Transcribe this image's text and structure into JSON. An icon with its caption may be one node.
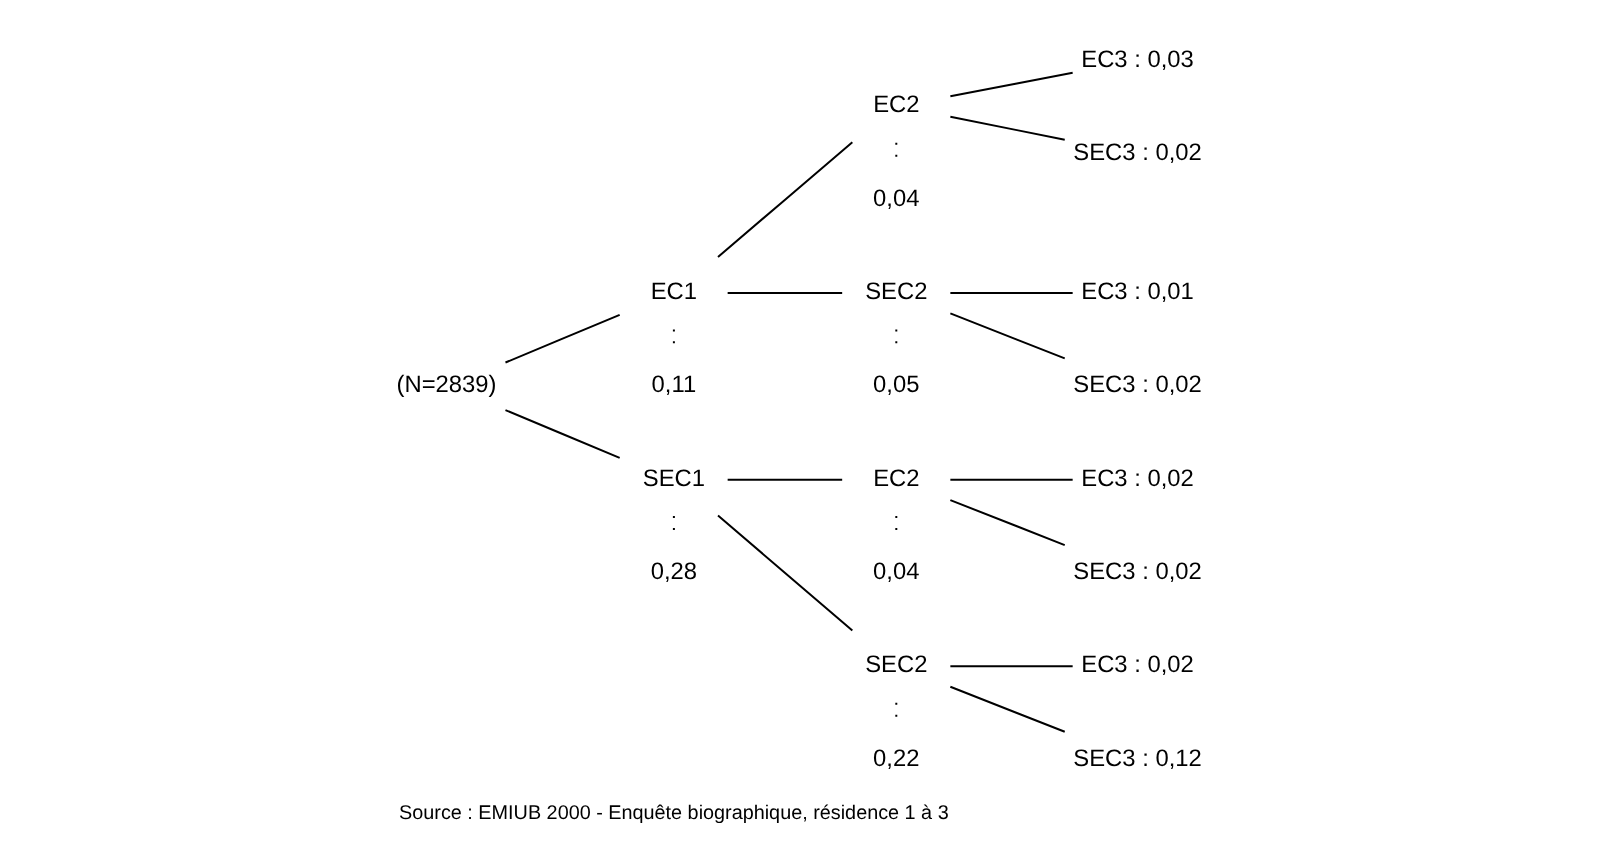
{
  "diagram": {
    "caption": "Source : EMIUB 2000 - Enquête biographique, résidence 1 à 3",
    "nodes": [
      {
        "text": [
          "(N=2839)"
        ]
      },
      {
        "text": [
          "EC1"
        ]
      },
      {
        "text": [
          "SEC1"
        ]
      },
      {
        "text": [
          "EC2"
        ]
      },
      {
        "text": [
          "SEC2"
        ]
      },
      {
        "text": [
          "EC2"
        ]
      },
      {
        "text": [
          "SEC2"
        ]
      },
      {
        "text": [
          "EC3 : 0,03"
        ]
      },
      {
        "text": [
          "SEC3 : 0,02"
        ]
      },
      {
        "text": [
          "EC3 : 0,01"
        ]
      },
      {
        "text": [
          "SEC3 : 0,02"
        ]
      },
      {
        "text": [
          "EC3 : 0,02"
        ]
      },
      {
        "text": [
          "SEC3 : 0,02"
        ]
      },
      {
        "text": [
          "EC3 : 0,02"
        ]
      },
      {
        "text": [
          "SEC3 : 0,12"
        ]
      },
      {
        "text": [
          "0,11"
        ]
      },
      {
        "text": [
          "0,28"
        ]
      },
      {
        "text": [
          "0,04"
        ]
      },
      {
        "text": [
          "0,05"
        ]
      },
      {
        "text": [
          "0,04"
        ]
      },
      {
        "text": [
          "0,22"
        ]
      }
    ],
    "edges": [
      {
        "from": 0,
        "to": 1,
        "arrow": "none"
      },
      {
        "from": 0,
        "to": 2,
        "arrow": "none"
      },
      {
        "from": 1,
        "to": 3,
        "arrow": "none"
      },
      {
        "from": 1,
        "to": 4,
        "arrow": "none"
      },
      {
        "from": 2,
        "to": 5,
        "arrow": "none"
      },
      {
        "from": 2,
        "to": 6,
        "arrow": "none"
      },
      {
        "from": 3,
        "to": 7,
        "arrow": "none"
      },
      {
        "from": 3,
        "to": 8,
        "arrow": "none"
      },
      {
        "from": 4,
        "to": 9,
        "arrow": "none"
      },
      {
        "from": 4,
        "to": 10,
        "arrow": "none"
      },
      {
        "from": 5,
        "to": 11,
        "arrow": "none"
      },
      {
        "from": 5,
        "to": 12,
        "arrow": "none"
      },
      {
        "from": 6,
        "to": 13,
        "arrow": "none"
      },
      {
        "from": 6,
        "to": 14,
        "arrow": "none"
      },
      {
        "from": 15,
        "to": 1,
        "arrow": "none",
        "style": "dashed"
      },
      {
        "from": 16,
        "to": 2,
        "arrow": "none",
        "style": "dashed"
      },
      {
        "from": 17,
        "to": 3,
        "arrow": "none",
        "style": "dashed"
      },
      {
        "from": 18,
        "to": 4,
        "arrow": "none",
        "style": "dashed"
      },
      {
        "from": 19,
        "to": 5,
        "arrow": "none",
        "style": "dashed"
      },
      {
        "from": 20,
        "to": 6,
        "arrow": "none",
        "style": "dashed"
      }
    ]
  }
}
